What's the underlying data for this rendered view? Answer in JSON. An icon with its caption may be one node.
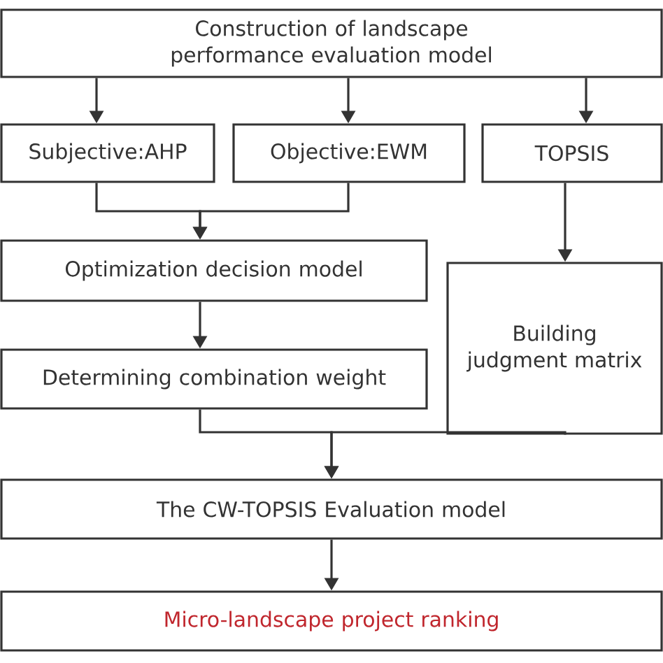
{
  "diagram": {
    "nodes": [
      {
        "text": [
          "Construction of landscape performance evaluation model"
        ]
      },
      {
        "text": [
          "Subjective:AHP"
        ]
      },
      {
        "text": [
          "Objective:EWM"
        ]
      },
      {
        "text": [
          "TOPSIS"
        ]
      },
      {
        "text": [
          "Optimization decision model"
        ]
      },
      {
        "text": [
          "Building judgment matrix"
        ]
      },
      {
        "text": [
          "Determining combination weight"
        ]
      },
      {
        "text": [
          "The CW-TOPSIS Evaluation model"
        ]
      },
      {
        "text": [
          "Micro-landscape project ranking"
        ]
      }
    ],
    "edges": [
      {
        "from": 0,
        "to": 1,
        "arrow": "to"
      },
      {
        "from": 0,
        "to": 2,
        "arrow": "to"
      },
      {
        "from": 0,
        "to": 3,
        "arrow": "to"
      },
      {
        "from": 1,
        "to": 4,
        "arrow": "to"
      },
      {
        "from": 2,
        "to": 4,
        "arrow": "to"
      },
      {
        "from": 3,
        "to": 5,
        "arrow": "to"
      },
      {
        "from": 4,
        "to": 6,
        "arrow": "to"
      },
      {
        "from": 6,
        "to": 7,
        "arrow": "to"
      },
      {
        "from": 5,
        "to": 7,
        "arrow": "to"
      },
      {
        "from": 7,
        "to": 8,
        "arrow": "to"
      }
    ]
  }
}
